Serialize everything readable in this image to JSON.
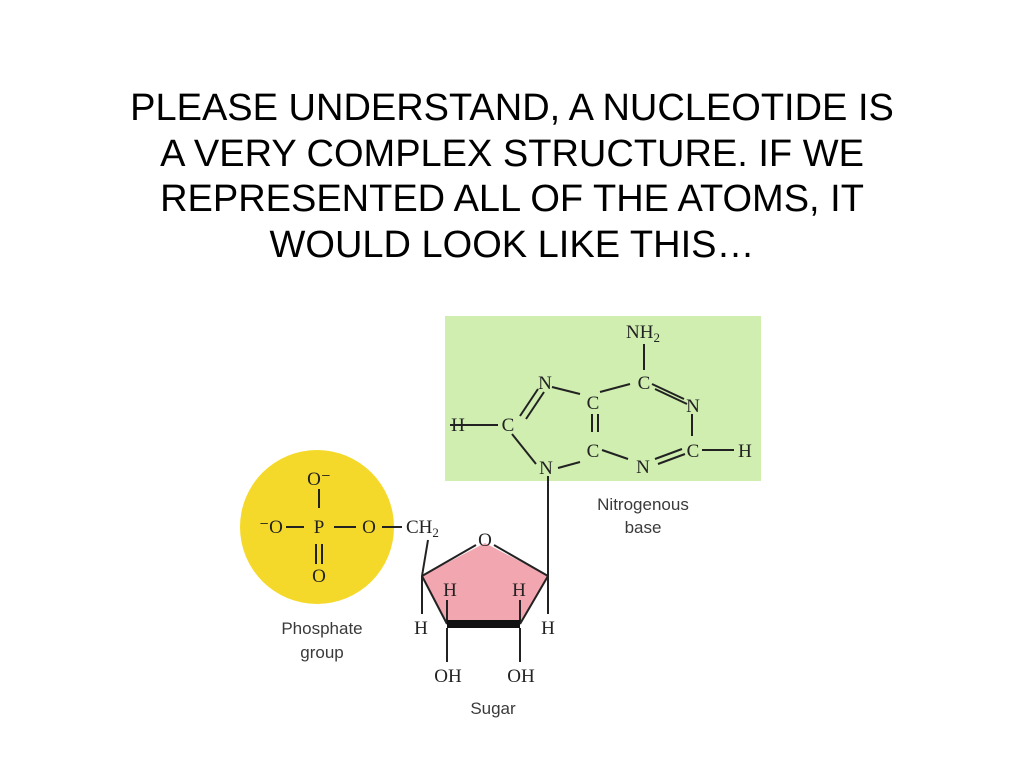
{
  "slide": {
    "title_lines": [
      "PLEASE UNDERSTAND, A NUCLEOTIDE IS",
      "A VERY COMPLEX STRUCTURE.  IF WE",
      "REPRESENTED ALL OF THE ATOMS, IT",
      "WOULD LOOK LIKE THIS…"
    ]
  },
  "diagram": {
    "colors": {
      "base_region": "#cfeeb0",
      "phosphate_circle": "#f5d92a",
      "sugar_ring": "#f2a6b0",
      "bond": "#222222",
      "caption": "#3a3a3a"
    },
    "phosphate": {
      "caption": [
        "Phosphate",
        "group"
      ],
      "atoms": {
        "o_top": "O⁻",
        "o_left": "⁻O",
        "p": "P",
        "o_right": "O",
        "o_bottom": "O"
      }
    },
    "sugar": {
      "caption": "Sugar",
      "atoms": {
        "ch2": "CH",
        "ch2_sub": "2",
        "ring_o": "O",
        "h_inner_left": "H",
        "h_inner_right": "H",
        "h_outer_left": "H",
        "h_outer_right": "H",
        "oh_left": "OH",
        "oh_right": "OH"
      }
    },
    "base": {
      "caption": [
        "Nitrogenous",
        "base"
      ],
      "atoms": {
        "nh2": "NH",
        "nh2_sub": "2",
        "c6": "C",
        "n1": "N",
        "c2": "C",
        "h2": "H",
        "n3": "N",
        "c4": "C",
        "c5": "C",
        "n7": "N",
        "c8": "C",
        "h8": "H",
        "n9": "N"
      }
    }
  }
}
